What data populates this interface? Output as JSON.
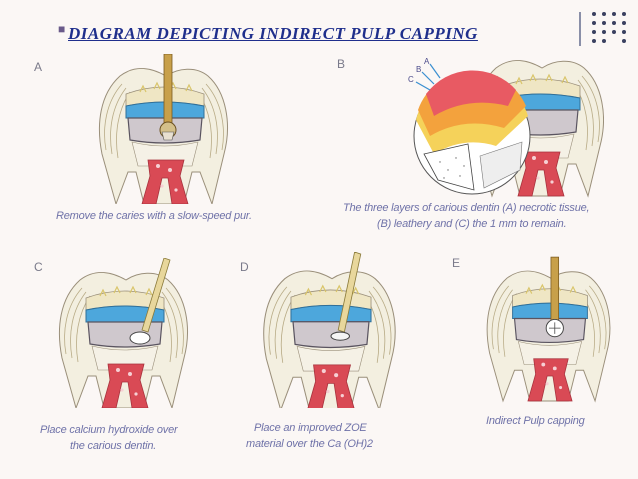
{
  "title": "DIAGRAM DEPICTING INDIRECT PULP CAPPING",
  "panels": {
    "a": {
      "letter": "A",
      "caption": [
        "Remove the caries with a slow-speed pur."
      ]
    },
    "b": {
      "letter": "B",
      "caption": [
        "The three layers of carious dentin (A) necrotic tissue,",
        "(B) leathery and (C) the 1 mm to remain."
      ],
      "layer_labels": {
        "a": "A",
        "b": "B",
        "c": "C"
      }
    },
    "c": {
      "letter": "C",
      "caption": [
        "Place calcium hydroxide over",
        "the carious dentin."
      ]
    },
    "d": {
      "letter": "D",
      "caption": [
        "Place an improved ZOE",
        "material over the Ca (OH)2"
      ]
    },
    "e": {
      "letter": "E",
      "caption": [
        "Indirect Pulp capping"
      ]
    }
  },
  "colors": {
    "title": "#1f2f8c",
    "caption": "#6f72a8",
    "enamel": "#f2ead2",
    "dentin_blue": "#4da7dc",
    "caries_grey": "#c9c3c9",
    "pulp_red": "#d94a55",
    "instrument": "#c8a04a"
  },
  "icons": [
    "bullet-icon",
    "dot-grid-icon"
  ]
}
